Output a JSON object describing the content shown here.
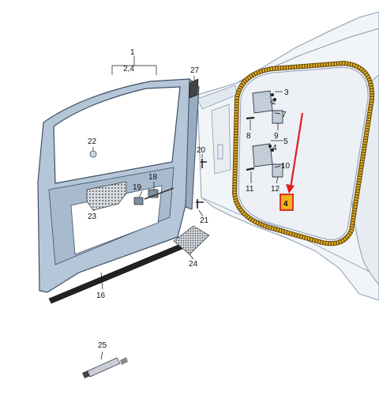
{
  "diagram": {
    "callouts": {
      "c1_24": "1\n2,4",
      "c2": "2",
      "c3": "3",
      "c4a": "4",
      "c4b": "4",
      "c5": "5",
      "c7": "7",
      "c8": "8",
      "c9": "9",
      "c10": "10",
      "c11": "11",
      "c12": "12",
      "c16": "16",
      "c18": "18",
      "c19": "19",
      "c20": "20",
      "c21": "21",
      "c22": "22",
      "c23": "23",
      "c24": "24",
      "c25": "25",
      "c27": "27"
    },
    "colors": {
      "door_fill": "#b4c6d8",
      "door_stroke": "#3d4f63",
      "body_fill": "#f2f5f8",
      "body_stroke": "#8a9bb0",
      "seal_yellow": "#e6b620",
      "seal_dark": "#6a4a10",
      "highlight_red": "#e11d1d",
      "label_box": "#f3b31b"
    }
  }
}
